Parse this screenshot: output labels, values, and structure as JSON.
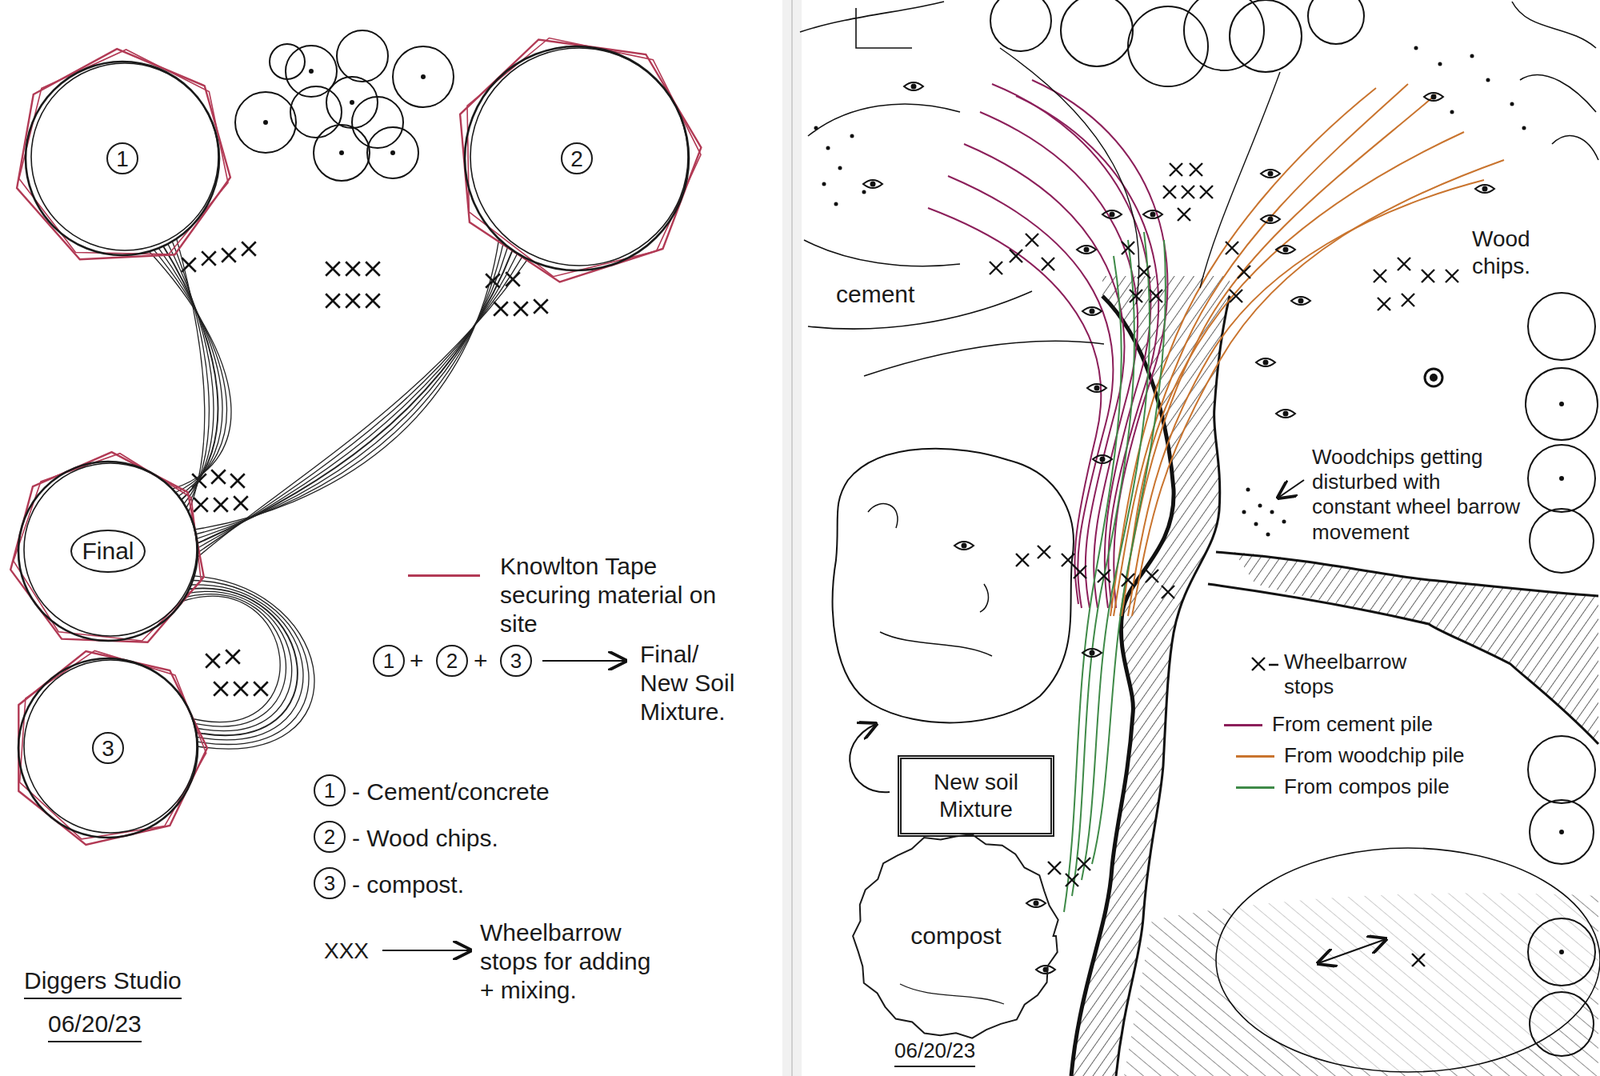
{
  "diagram": {
    "nodes": [
      {
        "text": [
          "1"
        ]
      },
      {
        "text": [
          "2"
        ]
      },
      {
        "text": [
          "Final"
        ]
      },
      {
        "text": [
          "3"
        ]
      },
      {
        "text": [
          "New soil Mixture"
        ]
      },
      {
        "text": [
          "compost"
        ]
      }
    ],
    "edges": [
      {
        "from": 0,
        "to": 2,
        "arrow": "none"
      },
      {
        "from": 1,
        "to": 2,
        "arrow": "none"
      },
      {
        "from": 3,
        "to": 2,
        "arrow": "none"
      }
    ],
    "labels": [
      "1",
      "+",
      "2",
      "+",
      "3",
      "Final/ New Soil Mixture.",
      "1",
      "- Cement/concrete",
      "2",
      "- Wood chips.",
      "3",
      "- compost.",
      "XXX",
      "Wheelbarrow stops for adding + mixing.",
      "Diggers Studio",
      "06/20/23",
      "cement",
      "Wood chips.",
      "Woodchips getting disturbed with constant wheel barrow movement",
      "06/20/23"
    ],
    "legend": [
      {
        "text": "Knowlton Tape securing material on site",
        "color": "#b23a55"
      },
      {
        "text": "Wheelbarrow stops"
      },
      {
        "text": "From cement pile",
        "color": "#8c1f5a"
      },
      {
        "text": "From woodchip pile",
        "color": "#c9742e"
      },
      {
        "text": "From compos pile",
        "color": "#3f8a48"
      }
    ]
  }
}
